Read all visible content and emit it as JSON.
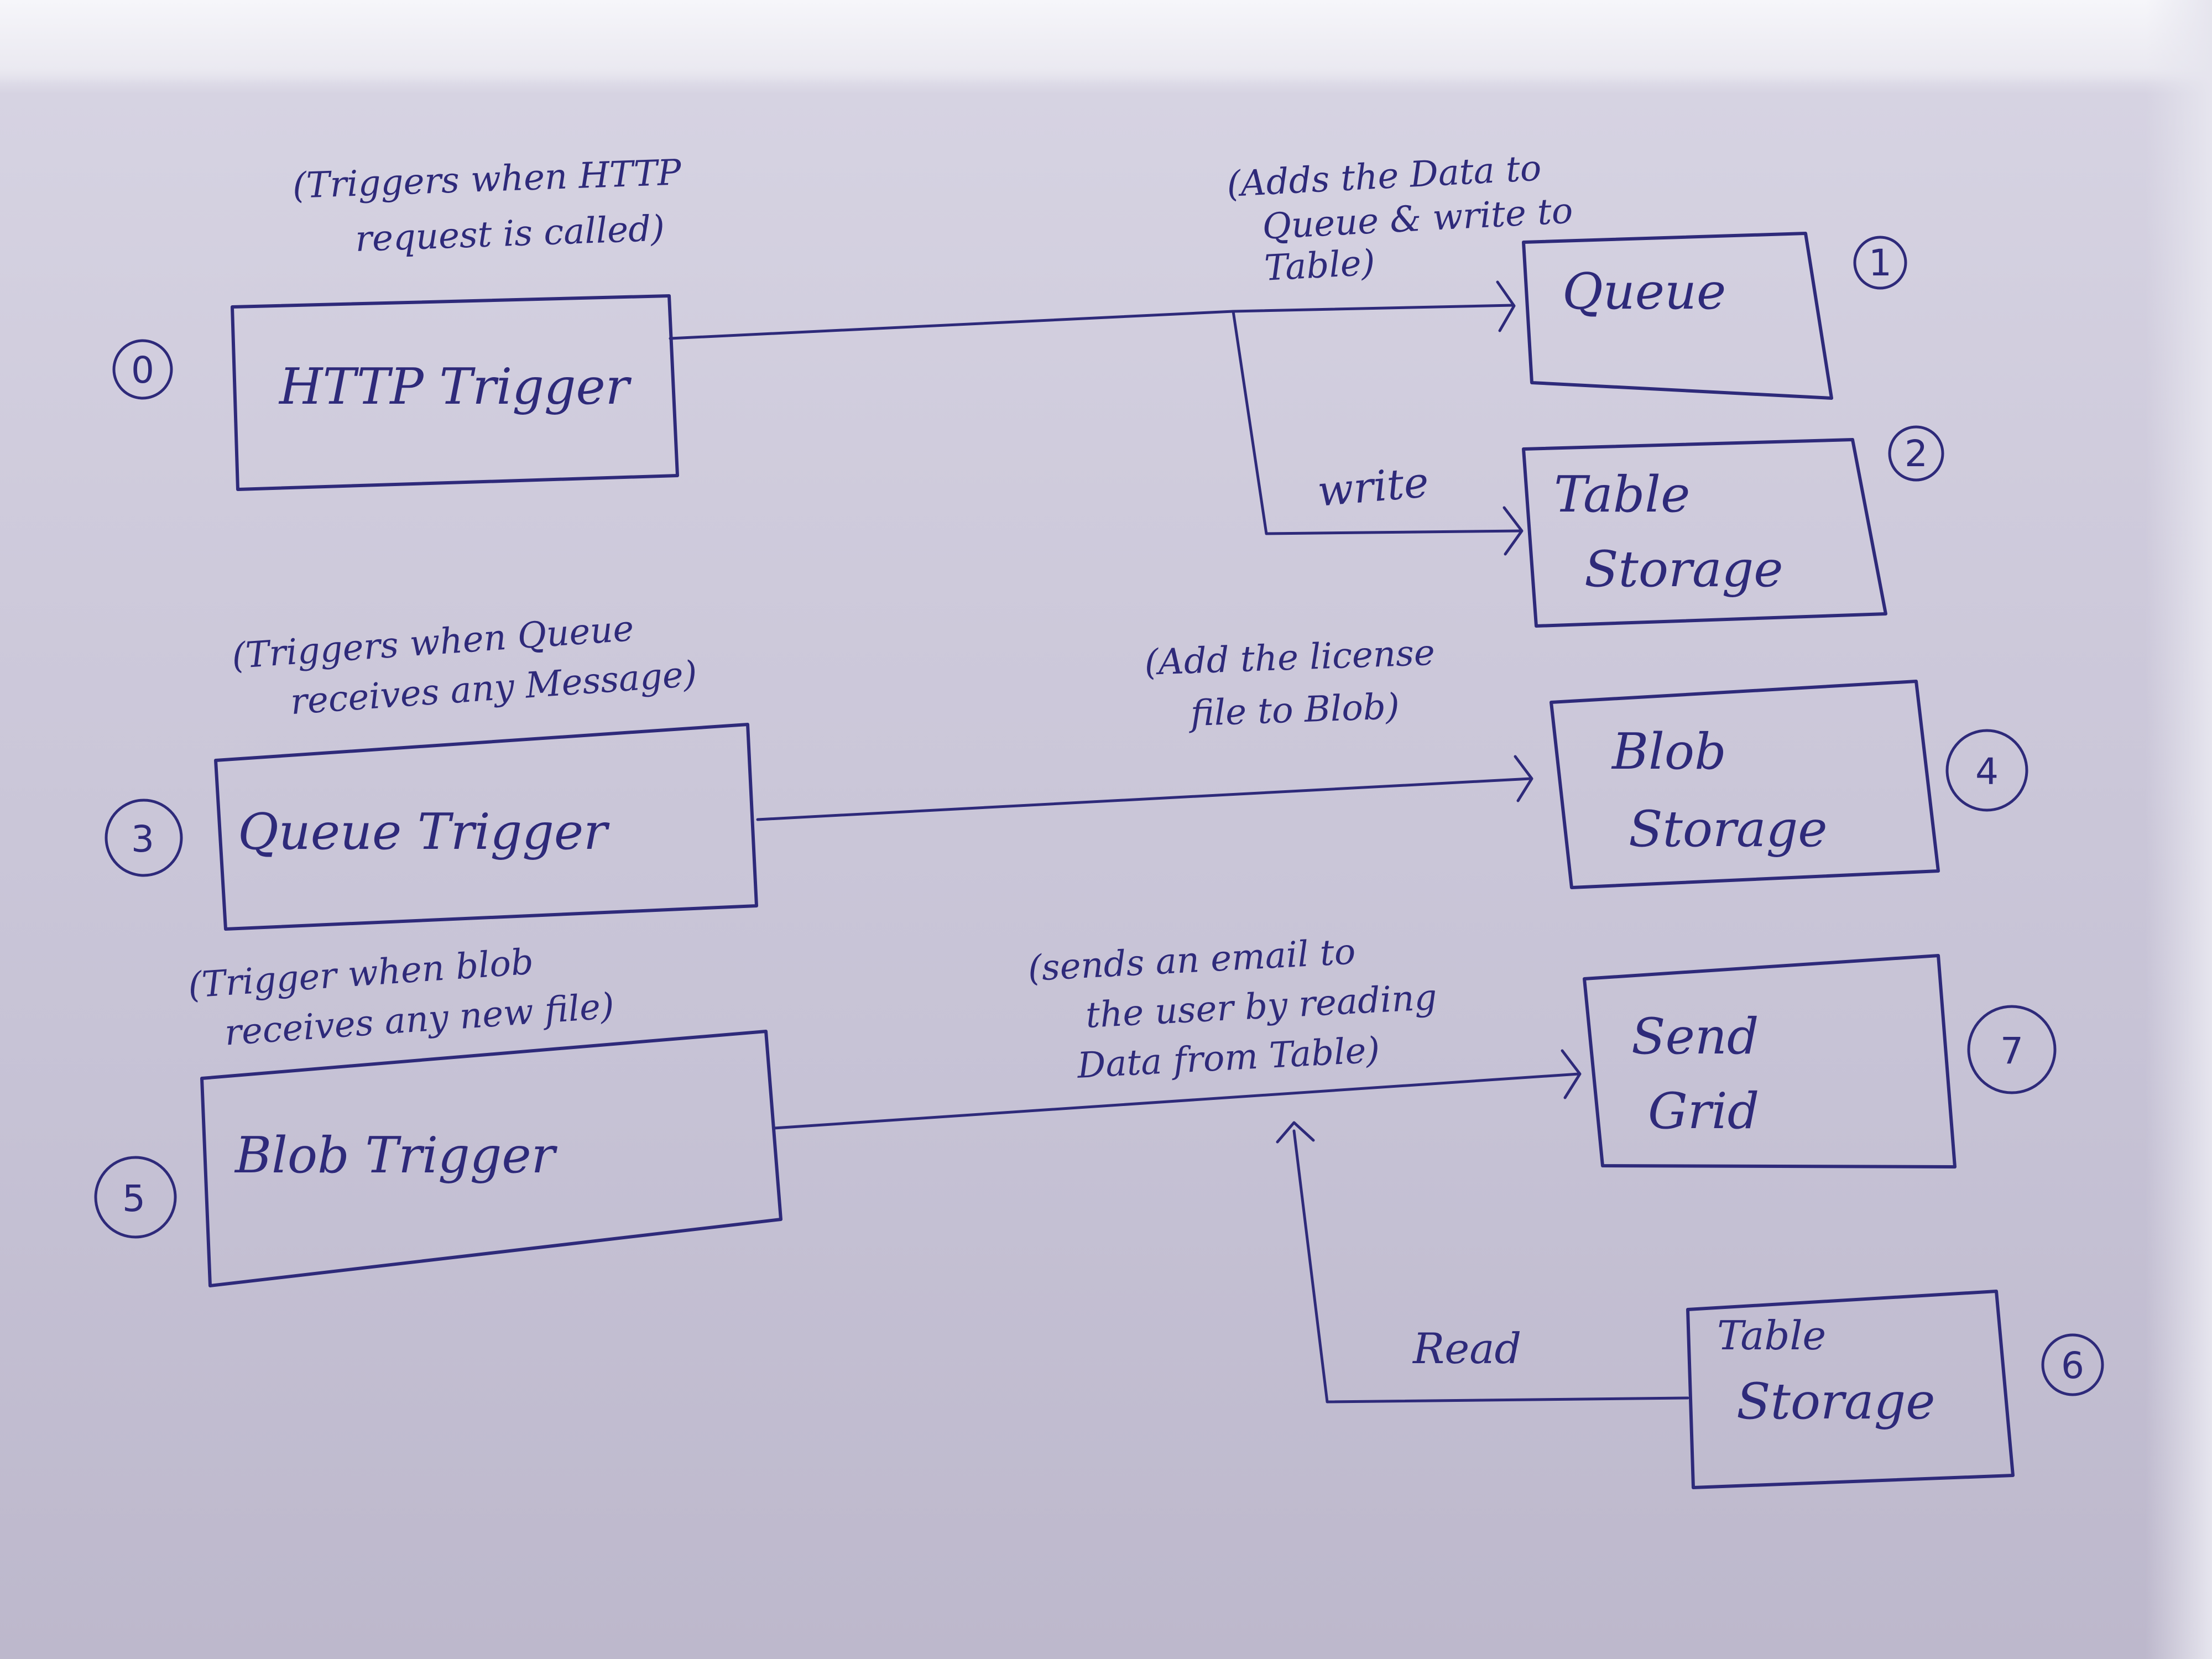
{
  "nodes": {
    "http_trigger": {
      "label": "HTTP Trigger",
      "number": "0",
      "note": [
        "(Triggers when HTTP",
        "request is called)"
      ]
    },
    "queue": {
      "label": "Queue",
      "number": "1",
      "note": [
        "(Adds the Data to",
        "Queue & write to",
        "Table)"
      ]
    },
    "table_storage_1": {
      "label": [
        "Table",
        "Storage"
      ],
      "number": "2"
    },
    "queue_trigger": {
      "label": "Queue Trigger",
      "number": "3",
      "note": [
        "(Triggers when Queue",
        "receives any Message)"
      ]
    },
    "blob_storage": {
      "label": [
        "Blob",
        "Storage"
      ],
      "number": "4",
      "note": [
        "(Add the license",
        "file to Blob)"
      ]
    },
    "blob_trigger": {
      "label": "Blob Trigger",
      "number": "5",
      "note": [
        "(Trigger when blob",
        "receives any new file)"
      ]
    },
    "table_storage_2": {
      "label": [
        "Table",
        "Storage"
      ],
      "number": "6"
    },
    "send_grid": {
      "label": [
        "Send",
        "Grid"
      ],
      "number": "7",
      "note": [
        "(sends an email to",
        "the user by reading",
        "Data from Table)"
      ]
    }
  },
  "edges": {
    "write_label": "write",
    "read_label": "Read"
  },
  "colors": {
    "ink": "#2e2a7a",
    "paper": "#cfcbdc"
  }
}
